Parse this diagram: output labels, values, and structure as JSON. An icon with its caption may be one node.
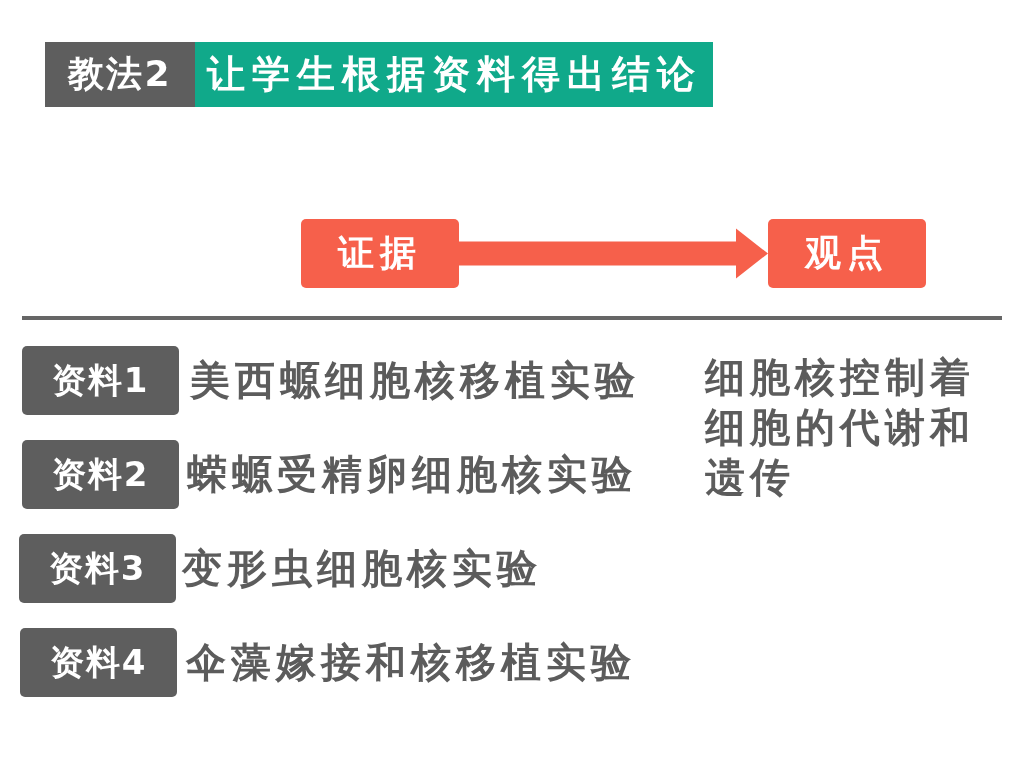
{
  "diagram": {
    "nodes": [
      {
        "text": [
          "教法2"
        ]
      },
      {
        "text": [
          "让学生根据资料得出结论"
        ]
      },
      {
        "text": [
          "证据"
        ]
      },
      {
        "text": [
          "观点"
        ]
      },
      {
        "text": [
          "资料1"
        ],
        "beside": [
          "美西螈细胞核移植实验"
        ]
      },
      {
        "text": [
          "资料2"
        ],
        "beside": [
          "蝾螈受精卵细胞核实验"
        ]
      },
      {
        "text": [
          "资料3"
        ],
        "beside": [
          "变形虫细胞核实验"
        ]
      },
      {
        "text": [
          "资料4"
        ],
        "beside": [
          "伞藻嫁接和核移植实验"
        ]
      }
    ],
    "edges": [
      {
        "from": 2,
        "to": 3,
        "arrow": "to",
        "style": "thick"
      }
    ],
    "labels": [
      "细胞核控制着细胞的代谢和遗传"
    ]
  }
}
